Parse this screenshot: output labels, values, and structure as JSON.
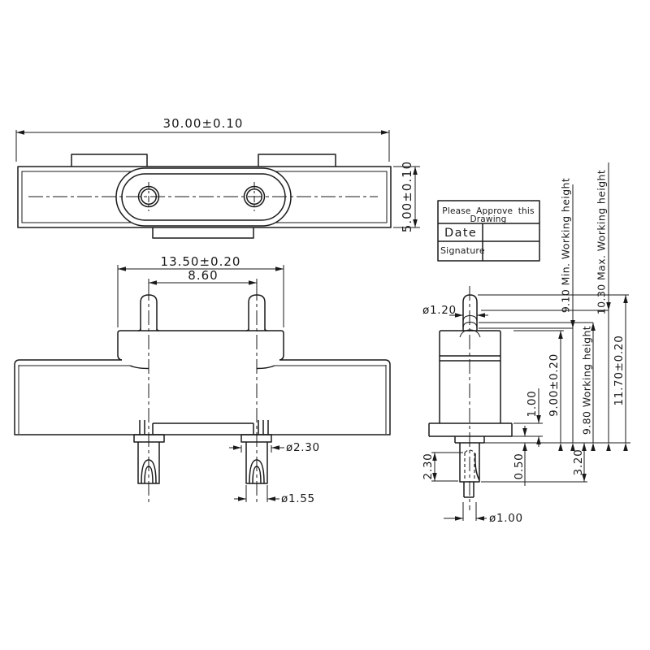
{
  "colors": {
    "ink": "#1a1a1a",
    "paper": "#ffffff"
  },
  "views": {
    "top": {
      "dim_overall_width": "30.00±0.10",
      "dim_overall_depth": "5.00±0.10"
    },
    "front": {
      "dim_flange_width": "13.50±0.20",
      "dim_pin_pitch": "8.60",
      "dim_leg_shoulder_dia": "ø2.30",
      "dim_leg_fork_dia": "ø1.55"
    },
    "side": {
      "dim_plunger_dia": "ø1.20",
      "dim_body_height": "9.00±0.20",
      "dim_min_working_height": "9.10 Min. Working height",
      "dim_working_height": "9.80 Working height",
      "dim_max_working_height": "10.30 Max. Working height",
      "dim_free_height": "11.70±0.20",
      "dim_shoulder_step": "1.00",
      "dim_plate_thickness": "0.50",
      "dim_fork_slot_depth": "2.30",
      "dim_tail_length": "3.20",
      "dim_tail_dia": "ø1.00"
    }
  },
  "approval_table": {
    "header_line1": "Please Approve this",
    "header_line2": "Drawing",
    "rows": [
      {
        "label": "Date",
        "value": ""
      },
      {
        "label": "Signature",
        "value": ""
      }
    ]
  }
}
